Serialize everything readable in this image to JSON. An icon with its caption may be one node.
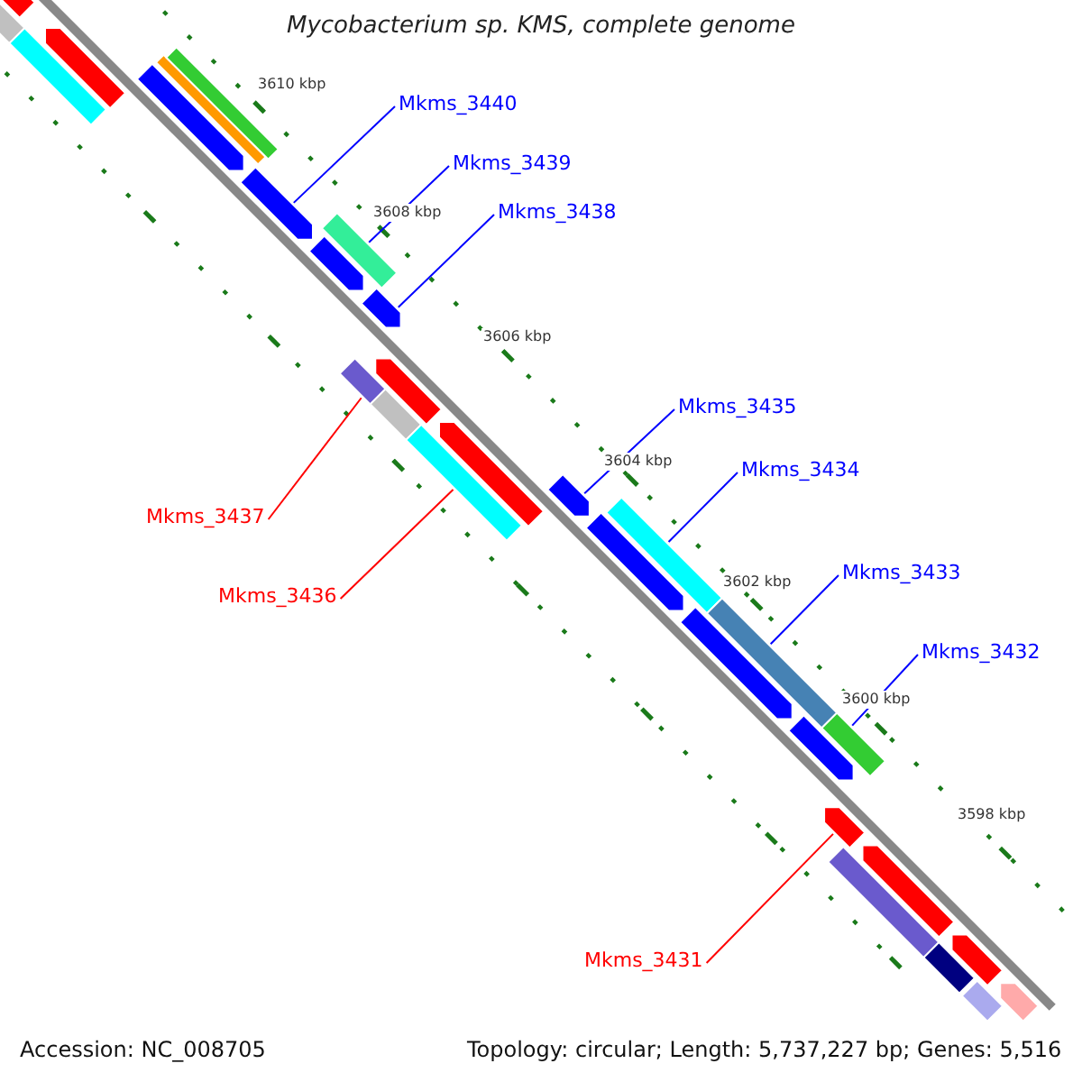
{
  "diagram": {
    "title": "Mycobacterium sp. KMS, complete genome",
    "nodes": [
      {
        "text": [
          "Mkms_3440"
        ]
      },
      {
        "text": [
          "Mkms_3439"
        ]
      },
      {
        "text": [
          "Mkms_3438"
        ]
      },
      {
        "text": [
          "Mkms_3435"
        ]
      },
      {
        "text": [
          "Mkms_3434"
        ]
      },
      {
        "text": [
          "Mkms_3437"
        ]
      },
      {
        "text": [
          "Mkms_3433"
        ]
      },
      {
        "text": [
          "Mkms_3436"
        ]
      },
      {
        "text": [
          "Mkms_3432"
        ]
      },
      {
        "text": [
          "Mkms_3431"
        ]
      },
      {
        "text": [],
        "shape": "arrow"
      },
      {
        "text": [],
        "shape": "box"
      },
      {
        "text": [],
        "shape": "box"
      },
      {
        "text": [],
        "shape": "arrow"
      },
      {
        "text": [],
        "shape": "arrow"
      },
      {
        "text": [],
        "shape": "box"
      },
      {
        "text": [],
        "shape": "box"
      },
      {
        "text": [],
        "shape": "arrow"
      },
      {
        "text": [],
        "shape": "box"
      },
      {
        "text": [],
        "shape": "arrow"
      },
      {
        "text": [],
        "shape": "arrow"
      },
      {
        "text": [],
        "shape": "box"
      },
      {
        "text": [],
        "shape": "arrow"
      },
      {
        "text": [],
        "shape": "box"
      },
      {
        "text": [],
        "shape": "box"
      },
      {
        "text": [],
        "shape": "arrow"
      },
      {
        "text": [],
        "shape": "arrow"
      },
      {
        "text": [],
        "shape": "arrow"
      },
      {
        "text": [],
        "shape": "box"
      },
      {
        "text": [],
        "shape": "arrow"
      },
      {
        "text": [],
        "shape": "box"
      },
      {
        "text": [],
        "shape": "arrow"
      },
      {
        "text": [],
        "shape": "box"
      },
      {
        "text": [],
        "shape": "arrow"
      },
      {
        "text": [],
        "shape": "box"
      },
      {
        "text": [],
        "shape": "arrow"
      },
      {
        "text": [],
        "shape": "box"
      },
      {
        "text": [],
        "shape": "arrow"
      },
      {
        "text": [],
        "shape": "arrow"
      },
      {
        "text": [],
        "shape": "box"
      }
    ],
    "edges": [
      {
        "from": 0,
        "to": 17,
        "arrow": "none"
      },
      {
        "from": 1,
        "to": 18,
        "arrow": "none"
      },
      {
        "from": 2,
        "to": 20,
        "arrow": "none"
      },
      {
        "from": 3,
        "to": 26,
        "arrow": "none"
      },
      {
        "from": 4,
        "to": 28,
        "arrow": "none"
      },
      {
        "from": 5,
        "to": 21,
        "arrow": "none",
        "color": "#ff0000"
      },
      {
        "from": 6,
        "to": 30,
        "arrow": "none"
      },
      {
        "from": 7,
        "to": 24,
        "arrow": "none",
        "color": "#ff0000"
      },
      {
        "from": 8,
        "to": 32,
        "arrow": "none"
      },
      {
        "from": 9,
        "to": 33,
        "arrow": "none",
        "color": "#ff0000"
      }
    ],
    "labels": [
      "3610 kbp",
      "3608 kbp",
      "3606 kbp",
      "3604 kbp",
      "3602 kbp",
      "3600 kbp",
      "3598 kbp",
      "Accession: NC_008705",
      "Topology: circular; Length: 5,737,227 bp; Genes: 5,516"
    ]
  }
}
